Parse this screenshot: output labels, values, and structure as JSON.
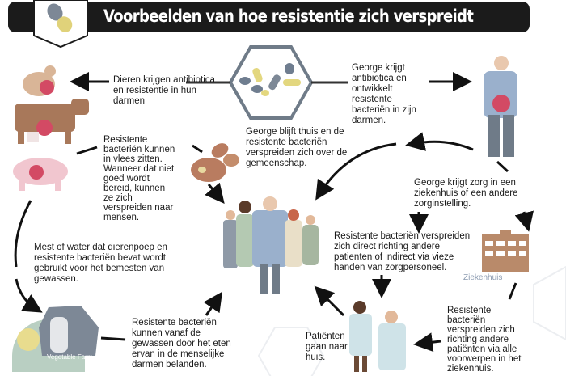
{
  "header": {
    "title": "Voorbeelden van hoe resistentie zich verspreidt",
    "badge_icon": "pills-icon"
  },
  "steps": {
    "animals_antibiotics": "Dieren krijgen antibiotica en resistentie in hun darmen",
    "george_antibiotics": "George krijgt antibiotica en ontwikkelt resistente bacteriën in zijn darmen.",
    "george_home": "George blijft thuis en de resistente bacteriën verspreiden zich over de gemeenschap.",
    "meat": "Resistente bacteriën kunnen in vlees zitten. Wanneer dat niet goed wordt bereid, kunnen ze zich verspreiden naar mensen.",
    "manure": "Mest of water dat dierenpoep en resistente bacteriën bevat wordt gebruikt voor het bemesten van gewassen.",
    "george_care": "George krijgt zorg in een ziekenhuis of een andere zorginstelling.",
    "direct_spread": "Resistente bacteriën verspreiden zich direct richting andere patienten of indirect via vieze handen van zorgpersoneel.",
    "hospital_objects": "Resistente bacteriën verspreiden zich richting andere patiënten via alle voorwerpen in het ziekenhuis.",
    "patients_home": "Patiënten gaan naar huis.",
    "crops": "Resistente bacteriën kunnen vanaf de gewassen door het eten ervan in de menselijke darmen belanden."
  },
  "labels": {
    "hospital": "Ziekenhuis",
    "farm": "Vegetable Farm"
  },
  "colors": {
    "title_bg": "#1b1b1b",
    "arrow": "#111111",
    "brown": "#b98a6a",
    "pill_yellow": "#e3d77f",
    "pill_blue": "#6f7d8f",
    "hex_stroke": "#6f7b88"
  }
}
